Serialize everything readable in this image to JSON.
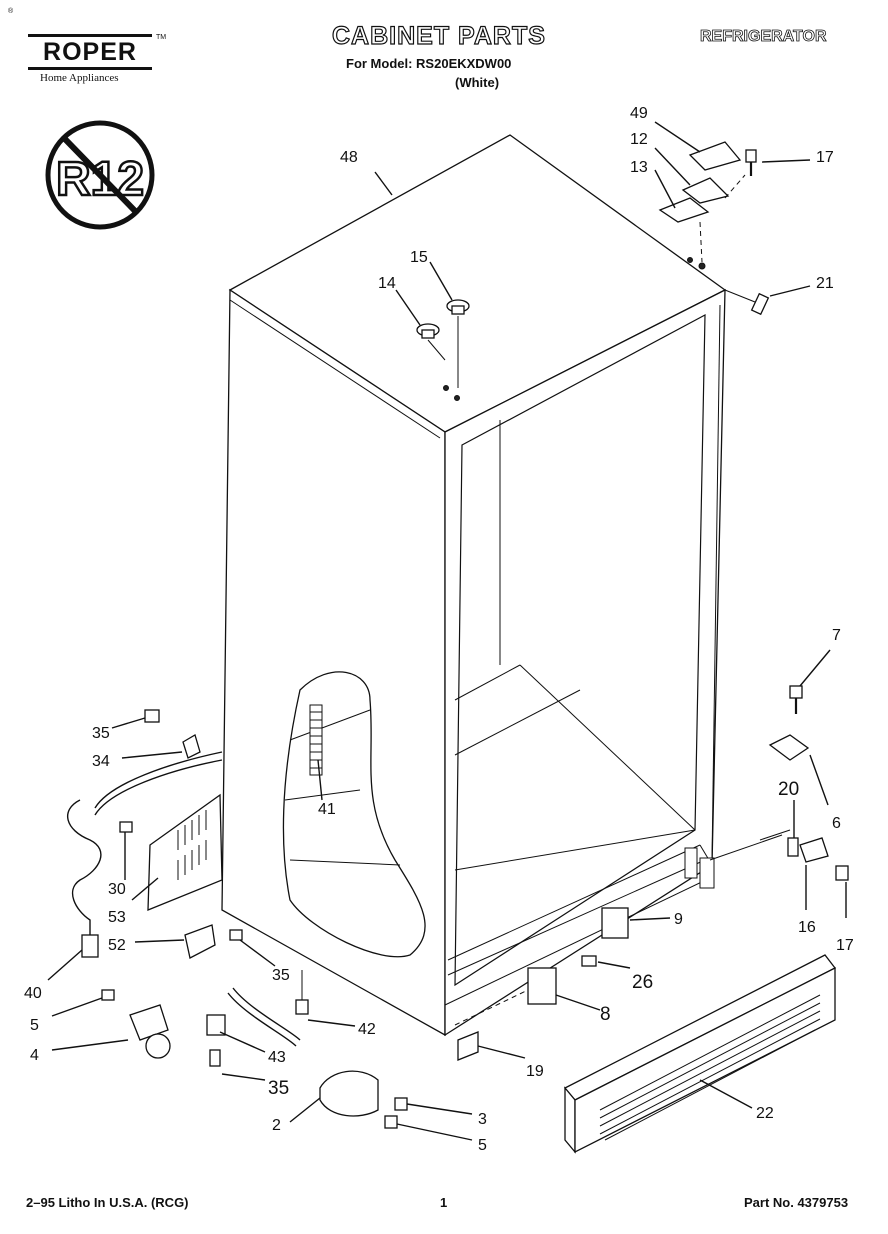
{
  "header": {
    "brand": "ROPER",
    "brand_tm": "TM",
    "brand_sub": "Home Appliances",
    "title": "CABINET PARTS",
    "model_line": "For Model: RS20EKXDW00",
    "color_line": "(White)",
    "product": "REFRIGERATOR"
  },
  "badge": {
    "text": "R12"
  },
  "callouts": {
    "c48": "48",
    "c49": "49",
    "c12": "12",
    "c13": "13",
    "c17a": "17",
    "c21": "21",
    "c15": "15",
    "c14": "14",
    "c7": "7",
    "c6": "6",
    "c20": "20",
    "c16": "16",
    "c17b": "17",
    "c9": "9",
    "c26": "26",
    "c8": "8",
    "c19": "19",
    "c22": "22",
    "c35a": "35",
    "c34": "34",
    "c41": "41",
    "c30": "30",
    "c53": "53",
    "c52": "52",
    "c35b": "35",
    "c40": "40",
    "c5a": "5",
    "c4": "4",
    "c42": "42",
    "c43": "43",
    "c35c": "35",
    "c2": "2",
    "c3": "3",
    "c5b": "5"
  },
  "footer": {
    "left": "2–95 Litho In U.S.A. (RCG)",
    "page": "1",
    "part_no": "Part No. 4379753"
  }
}
